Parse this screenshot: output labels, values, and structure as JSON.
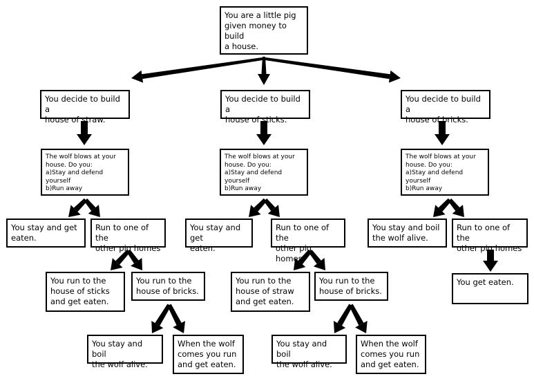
{
  "nodes": {
    "root": "You are a little pig\ngiven money to build\na house.",
    "straw": "You decide to build a\nhouse of straw.",
    "sticks": "You decide to build a\nhouse of sticks.",
    "bricks": "You decide to build a\nhouse of bricks.",
    "wolf_straw": "The wolf blows at your\nhouse.  Do you:\na)Stay and defend yourself\nb)Run away",
    "wolf_sticks": "The wolf blows at your\nhouse.  Do you:\na)Stay and defend yourself\nb)Run away",
    "wolf_bricks": "The wolf blows at your\nhouse.  Do you:\na)Stay and defend yourself\nb)Run away",
    "straw_stay": "You stay and get\neaten.",
    "straw_run": "Run to one of the\nother pig homes",
    "sticks_stay": "You stay and get\neaten.",
    "sticks_run": "Run to one of the\nother pig homes",
    "bricks_stay": "You stay and boil\nthe wolf alive.",
    "bricks_run": "Run to one of the\nother pig homes",
    "straw_to_sticks": "You run to the\nhouse of sticks\nand get eaten.",
    "straw_to_bricks": "You run to the\nhouse of bricks.",
    "sticks_to_straw": "You run to the\nhouse of straw\nand get eaten.",
    "sticks_to_bricks": "You run to the\nhouse of bricks.",
    "bricks_run_eaten": "You get eaten.",
    "straw_bricks_stay": "You stay and boil\nthe wolf alive.",
    "straw_bricks_run": "When the wolf\ncomes you run\nand get eaten.",
    "sticks_bricks_stay": "You stay and boil\nthe wolf alive.",
    "sticks_bricks_run": "When the wolf\ncomes you run\nand get eaten."
  },
  "colors": {
    "line": "#000000",
    "box_fill": "#ffffff"
  }
}
